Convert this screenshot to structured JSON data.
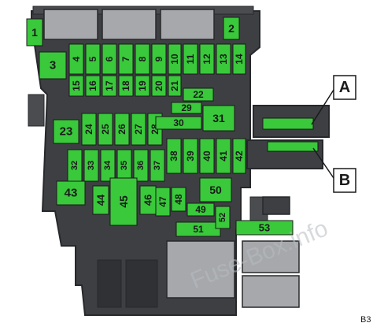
{
  "diagram": {
    "colors": {
      "fuse_green": "#39c93b",
      "fuse_text": "#1a1a1a",
      "housing": "#3d3f43",
      "housing_dark": "#26282b",
      "relay_grey": "#a6a8ab",
      "callout_box": "#ffffff"
    },
    "fuses": [
      {
        "id": "1",
        "label": "1"
      },
      {
        "id": "2",
        "label": "2"
      },
      {
        "id": "3",
        "label": "3"
      },
      {
        "id": "4",
        "label": "4"
      },
      {
        "id": "5",
        "label": "5"
      },
      {
        "id": "6",
        "label": "6"
      },
      {
        "id": "7",
        "label": "7"
      },
      {
        "id": "8",
        "label": "8"
      },
      {
        "id": "9",
        "label": "9"
      },
      {
        "id": "10",
        "label": "10"
      },
      {
        "id": "11",
        "label": "11"
      },
      {
        "id": "12",
        "label": "12"
      },
      {
        "id": "13",
        "label": "13"
      },
      {
        "id": "14",
        "label": "14"
      },
      {
        "id": "15",
        "label": "15"
      },
      {
        "id": "16",
        "label": "16"
      },
      {
        "id": "17",
        "label": "17"
      },
      {
        "id": "18",
        "label": "18"
      },
      {
        "id": "19",
        "label": "19"
      },
      {
        "id": "20",
        "label": "20"
      },
      {
        "id": "21",
        "label": "21"
      },
      {
        "id": "22",
        "label": "22"
      },
      {
        "id": "23",
        "label": "23"
      },
      {
        "id": "24",
        "label": "24"
      },
      {
        "id": "25",
        "label": "25"
      },
      {
        "id": "26",
        "label": "26"
      },
      {
        "id": "27",
        "label": "27"
      },
      {
        "id": "28",
        "label": "28"
      },
      {
        "id": "29",
        "label": "29"
      },
      {
        "id": "30",
        "label": "30"
      },
      {
        "id": "31",
        "label": "31"
      },
      {
        "id": "32",
        "label": "32"
      },
      {
        "id": "33",
        "label": "33"
      },
      {
        "id": "34",
        "label": "34"
      },
      {
        "id": "35",
        "label": "35"
      },
      {
        "id": "36",
        "label": "36"
      },
      {
        "id": "37",
        "label": "37"
      },
      {
        "id": "38",
        "label": "38"
      },
      {
        "id": "39",
        "label": "39"
      },
      {
        "id": "40",
        "label": "40"
      },
      {
        "id": "41",
        "label": "41"
      },
      {
        "id": "42",
        "label": "42"
      },
      {
        "id": "43",
        "label": "43"
      },
      {
        "id": "44",
        "label": "44"
      },
      {
        "id": "45",
        "label": "45"
      },
      {
        "id": "46",
        "label": "46"
      },
      {
        "id": "47",
        "label": "47"
      },
      {
        "id": "48",
        "label": "48"
      },
      {
        "id": "49",
        "label": "49"
      },
      {
        "id": "50",
        "label": "50"
      },
      {
        "id": "51",
        "label": "51"
      },
      {
        "id": "52",
        "label": "52"
      },
      {
        "id": "53",
        "label": "53"
      }
    ],
    "callouts": [
      {
        "id": "A",
        "label": "A"
      },
      {
        "id": "B",
        "label": "B"
      }
    ],
    "reference_code": "B3",
    "watermark": "Fuse-Box.info"
  }
}
